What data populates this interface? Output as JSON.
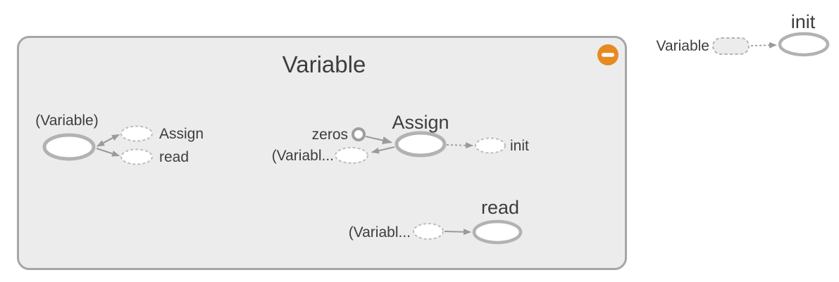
{
  "graph": {
    "expanded_node": {
      "title": "Variable",
      "collapse_button": {
        "icon": "minus-icon",
        "color": "#e78a22"
      },
      "variable_op": {
        "name": "(Variable)",
        "out_annotations": [
          {
            "label": "Assign"
          },
          {
            "label": "read"
          }
        ]
      },
      "assign_op": {
        "title": "Assign",
        "in_annotations": [
          {
            "label": "zeros"
          },
          {
            "label": "(Variabl..."
          }
        ],
        "out_annotations": [
          {
            "label": "init"
          }
        ]
      },
      "read_op": {
        "title": "read",
        "in_annotations": [
          {
            "label": "(Variabl..."
          }
        ]
      }
    },
    "init_node": {
      "title": "init",
      "in_annotations": [
        {
          "label": "Variable"
        }
      ]
    }
  },
  "colors": {
    "background": "#ffffff",
    "group_fill": "#ececec",
    "group_stroke": "#a6a6a6",
    "node_fill": "#ffffff",
    "node_stroke": "#b2b2b2",
    "annotation_stroke": "#bdbdbd",
    "edge": "#9a9a9a",
    "label": "#3d3d3d",
    "collapse_button": "#e78a22"
  }
}
